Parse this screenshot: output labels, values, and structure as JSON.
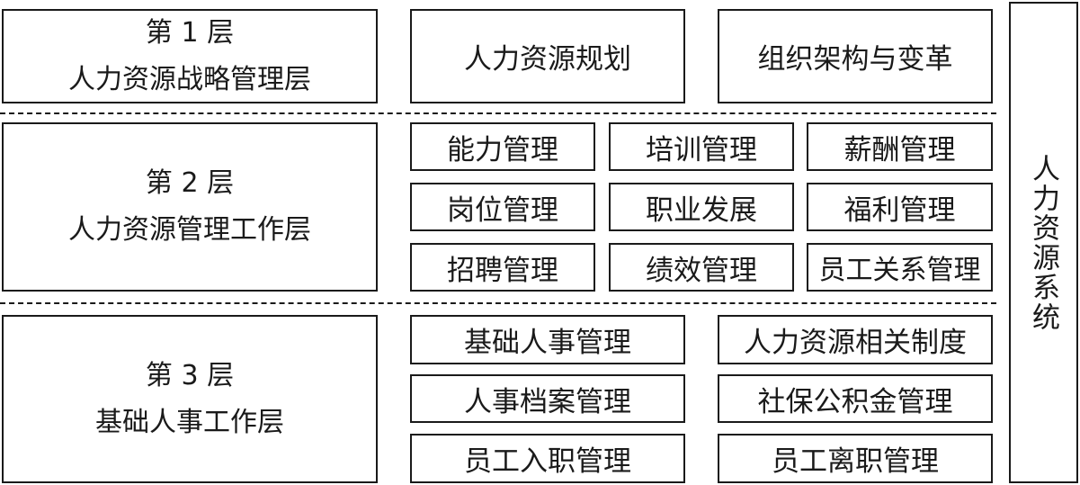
{
  "layers": [
    {
      "number_label": "第 1 层",
      "title": "人力资源战略管理层",
      "items": [
        "人力资源规划",
        "组织架构与变革"
      ]
    },
    {
      "number_label": "第 2 层",
      "title": "人力资源管理工作层",
      "items": [
        "能力管理",
        "培训管理",
        "薪酬管理",
        "岗位管理",
        "职业发展",
        "福利管理",
        "招聘管理",
        "绩效管理",
        "员工关系管理"
      ]
    },
    {
      "number_label": "第 3 层",
      "title": "基础人事工作层",
      "items": [
        "基础人事管理",
        "人力资源相关制度",
        "人事档案管理",
        "社保公积金管理",
        "员工入职管理",
        "员工离职管理"
      ]
    }
  ],
  "side_system": "人力资源系统"
}
